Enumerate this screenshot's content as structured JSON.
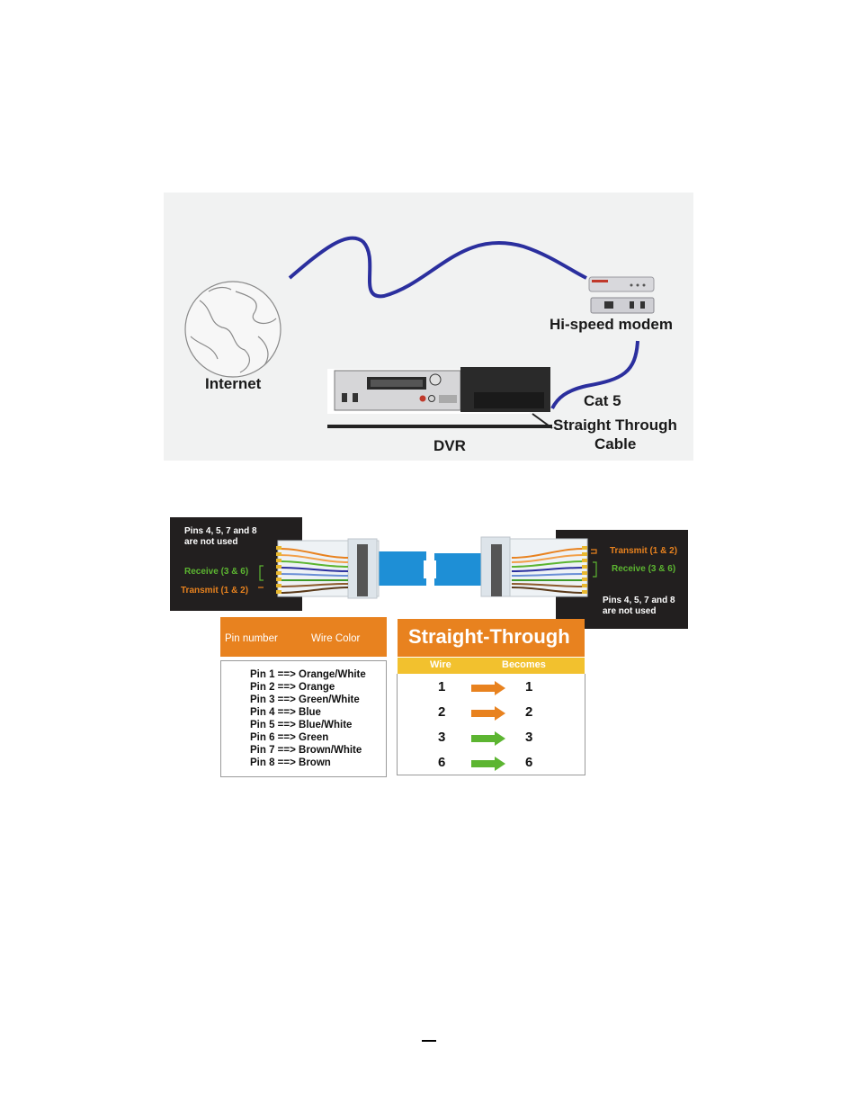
{
  "network_diagram": {
    "labels": {
      "internet": "Internet",
      "modem": "Hi-speed modem",
      "cat5": "Cat 5",
      "straight_through": "Straight Through",
      "cable": "Cable",
      "dvr": "DVR"
    },
    "colors": {
      "cable": "#2b2f9e",
      "panel": "#f1f2f2"
    }
  },
  "wiring_diagram": {
    "left_note": [
      "Pins 4, 5, 7 and 8",
      "are not used"
    ],
    "left_receive": "Receive (3 & 6)",
    "left_transmit": "Transmit (1 & 2)",
    "right_transmit": "Transmit (1 & 2)",
    "right_receive": "Receive (3 & 6)",
    "right_note": [
      "Pins 4, 5, 7 and 8",
      "are not used"
    ],
    "colors": {
      "receive": "#5cb531",
      "transmit": "#e8821f",
      "cable": "#1e8fd6"
    }
  },
  "pin_table": {
    "header_pin": "Pin number",
    "header_color": "Wire Color",
    "rows": [
      "Pin 1 ==> Orange/White",
      "Pin 2 ==> Orange",
      "Pin 3 ==> Green/White",
      "Pin 4 ==> Blue",
      "Pin 5 ==> Blue/White",
      "Pin 6 ==> Green",
      "Pin 7 ==> Brown/White",
      "Pin 8 ==> Brown"
    ]
  },
  "straight_through_table": {
    "title": "Straight-Through",
    "col_wire": "Wire",
    "col_becomes": "Becomes",
    "rows": [
      {
        "wire": "1",
        "becomes": "1",
        "arrow_color": "#e8821f"
      },
      {
        "wire": "2",
        "becomes": "2",
        "arrow_color": "#e8821f"
      },
      {
        "wire": "3",
        "becomes": "3",
        "arrow_color": "#5cb531"
      },
      {
        "wire": "6",
        "becomes": "6",
        "arrow_color": "#5cb531"
      }
    ]
  }
}
